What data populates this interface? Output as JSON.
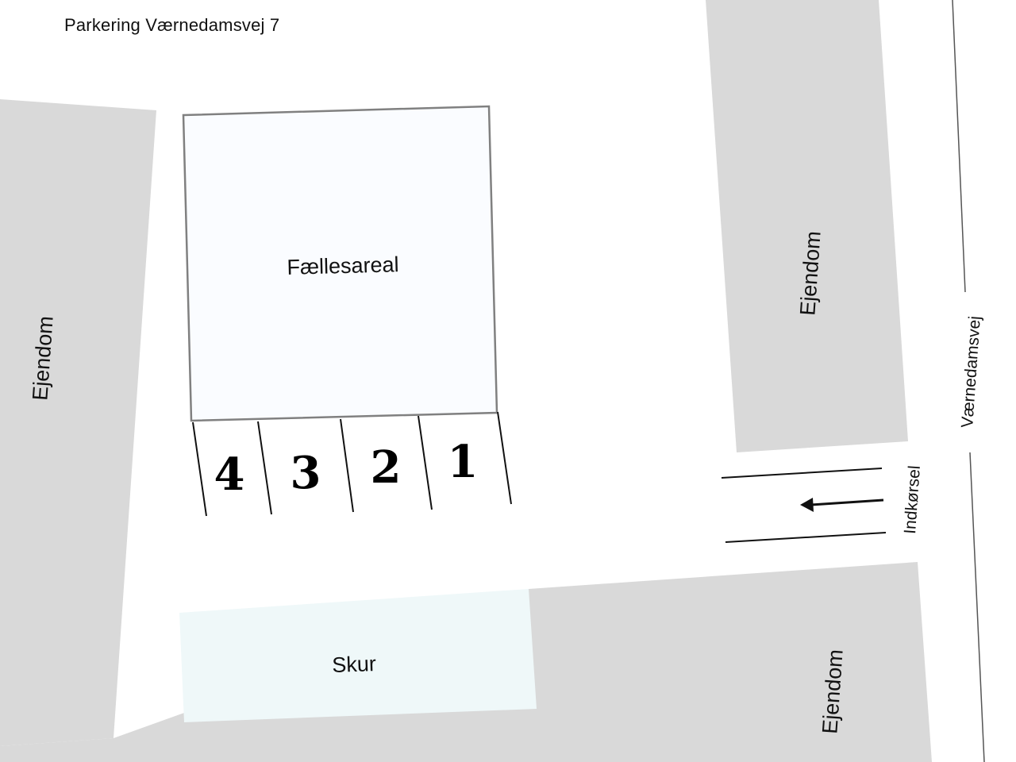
{
  "title": "Parkering Værnedamsvej 7",
  "colors": {
    "background": "#ffffff",
    "property": "#d9d9d9",
    "common_area_fill": "#fafcff",
    "common_area_stroke": "#808080",
    "shed_fill": "#eff8f9",
    "line": "#111111",
    "street_line": "#555555"
  },
  "areas": {
    "common_area": {
      "label": "Fællesareal"
    },
    "shed": {
      "label": "Skur"
    },
    "property_left": {
      "label": "Ejendom"
    },
    "property_top_right": {
      "label": "Ejendom"
    },
    "property_bottom_right": {
      "label": "Ejendom"
    }
  },
  "parking_spots": [
    {
      "number": "4"
    },
    {
      "number": "3"
    },
    {
      "number": "2"
    },
    {
      "number": "1"
    }
  ],
  "entrance": {
    "label": "Indkørsel",
    "arrow_direction": "left"
  },
  "street": {
    "label": "Værnedamsvej"
  }
}
